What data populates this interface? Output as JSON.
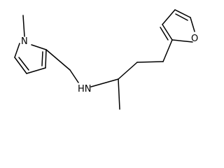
{
  "molecule": {
    "atoms": {
      "pyrrole_n": "N",
      "amine": "HN",
      "furan_o": "O"
    },
    "colors": {
      "bond": "#000000",
      "label": "#000000",
      "background": "#ffffff"
    }
  }
}
